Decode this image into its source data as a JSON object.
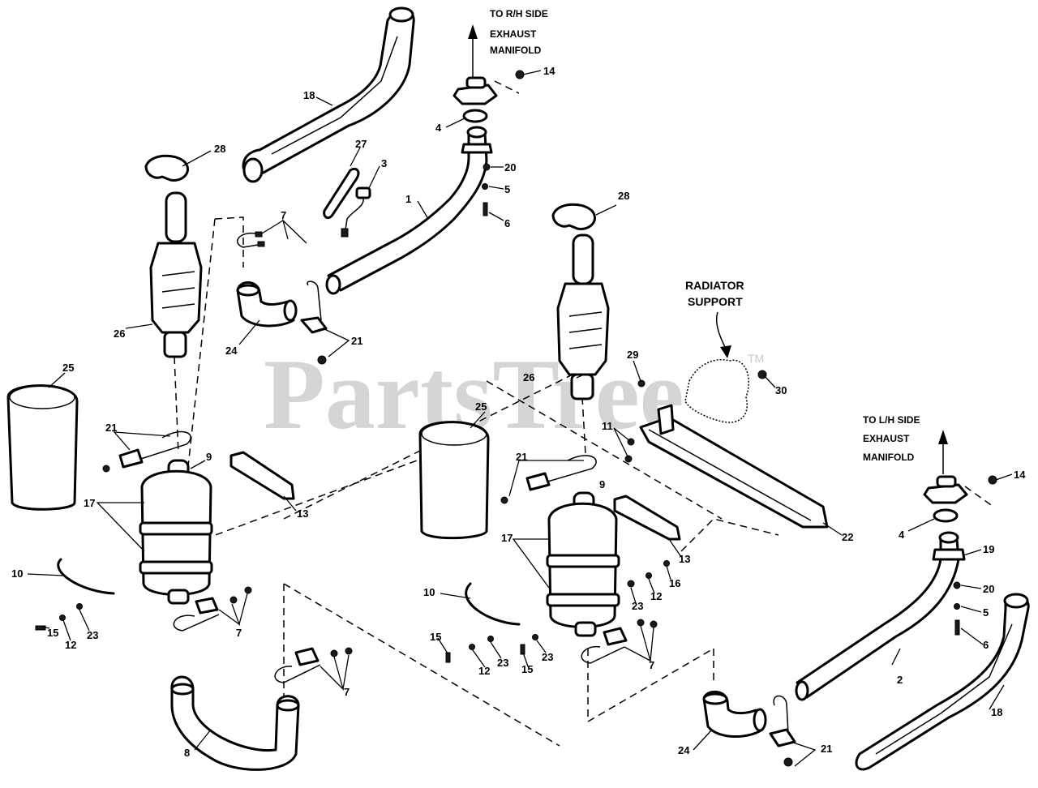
{
  "notes": {
    "rh_manifold": [
      "TO R/H SIDE",
      "EXHAUST",
      "MANIFOLD"
    ],
    "lh_manifold": [
      "TO L/H SIDE",
      "EXHAUST",
      "MANIFOLD"
    ],
    "radiator_support": [
      "RADIATOR",
      "SUPPORT"
    ]
  },
  "watermark": {
    "text": "PartsTree",
    "tm": "TM"
  },
  "callouts": {
    "c1": "1",
    "c2": "2",
    "c3": "3",
    "c4a": "4",
    "c4b": "4",
    "c5a": "5",
    "c5b": "5",
    "c6a": "6",
    "c6b": "6",
    "c7a": "7",
    "c7b": "7",
    "c7c": "7",
    "c7d": "7",
    "c8": "8",
    "c9a": "9",
    "c9b": "9",
    "c10a": "10",
    "c10b": "10",
    "c11": "11",
    "c12a": "12",
    "c12b": "12",
    "c12c": "12",
    "c13a": "13",
    "c13b": "13",
    "c14a": "14",
    "c14b": "14",
    "c15a": "15",
    "c15b": "15",
    "c15c": "15",
    "c16": "16",
    "c17a": "17",
    "c17b": "17",
    "c18a": "18",
    "c18b": "18",
    "c19": "19",
    "c20a": "20",
    "c20b": "20",
    "c21a": "21",
    "c21b": "21",
    "c21c": "21",
    "c21d": "21",
    "c22": "22",
    "c23a": "23",
    "c23b": "23",
    "c23c": "23",
    "c23d": "23",
    "c24a": "24",
    "c24b": "24",
    "c25a": "25",
    "c25b": "25",
    "c26a": "26",
    "c26b": "26",
    "c27": "27",
    "c28a": "28",
    "c28b": "28",
    "c29": "29",
    "c30": "30"
  }
}
